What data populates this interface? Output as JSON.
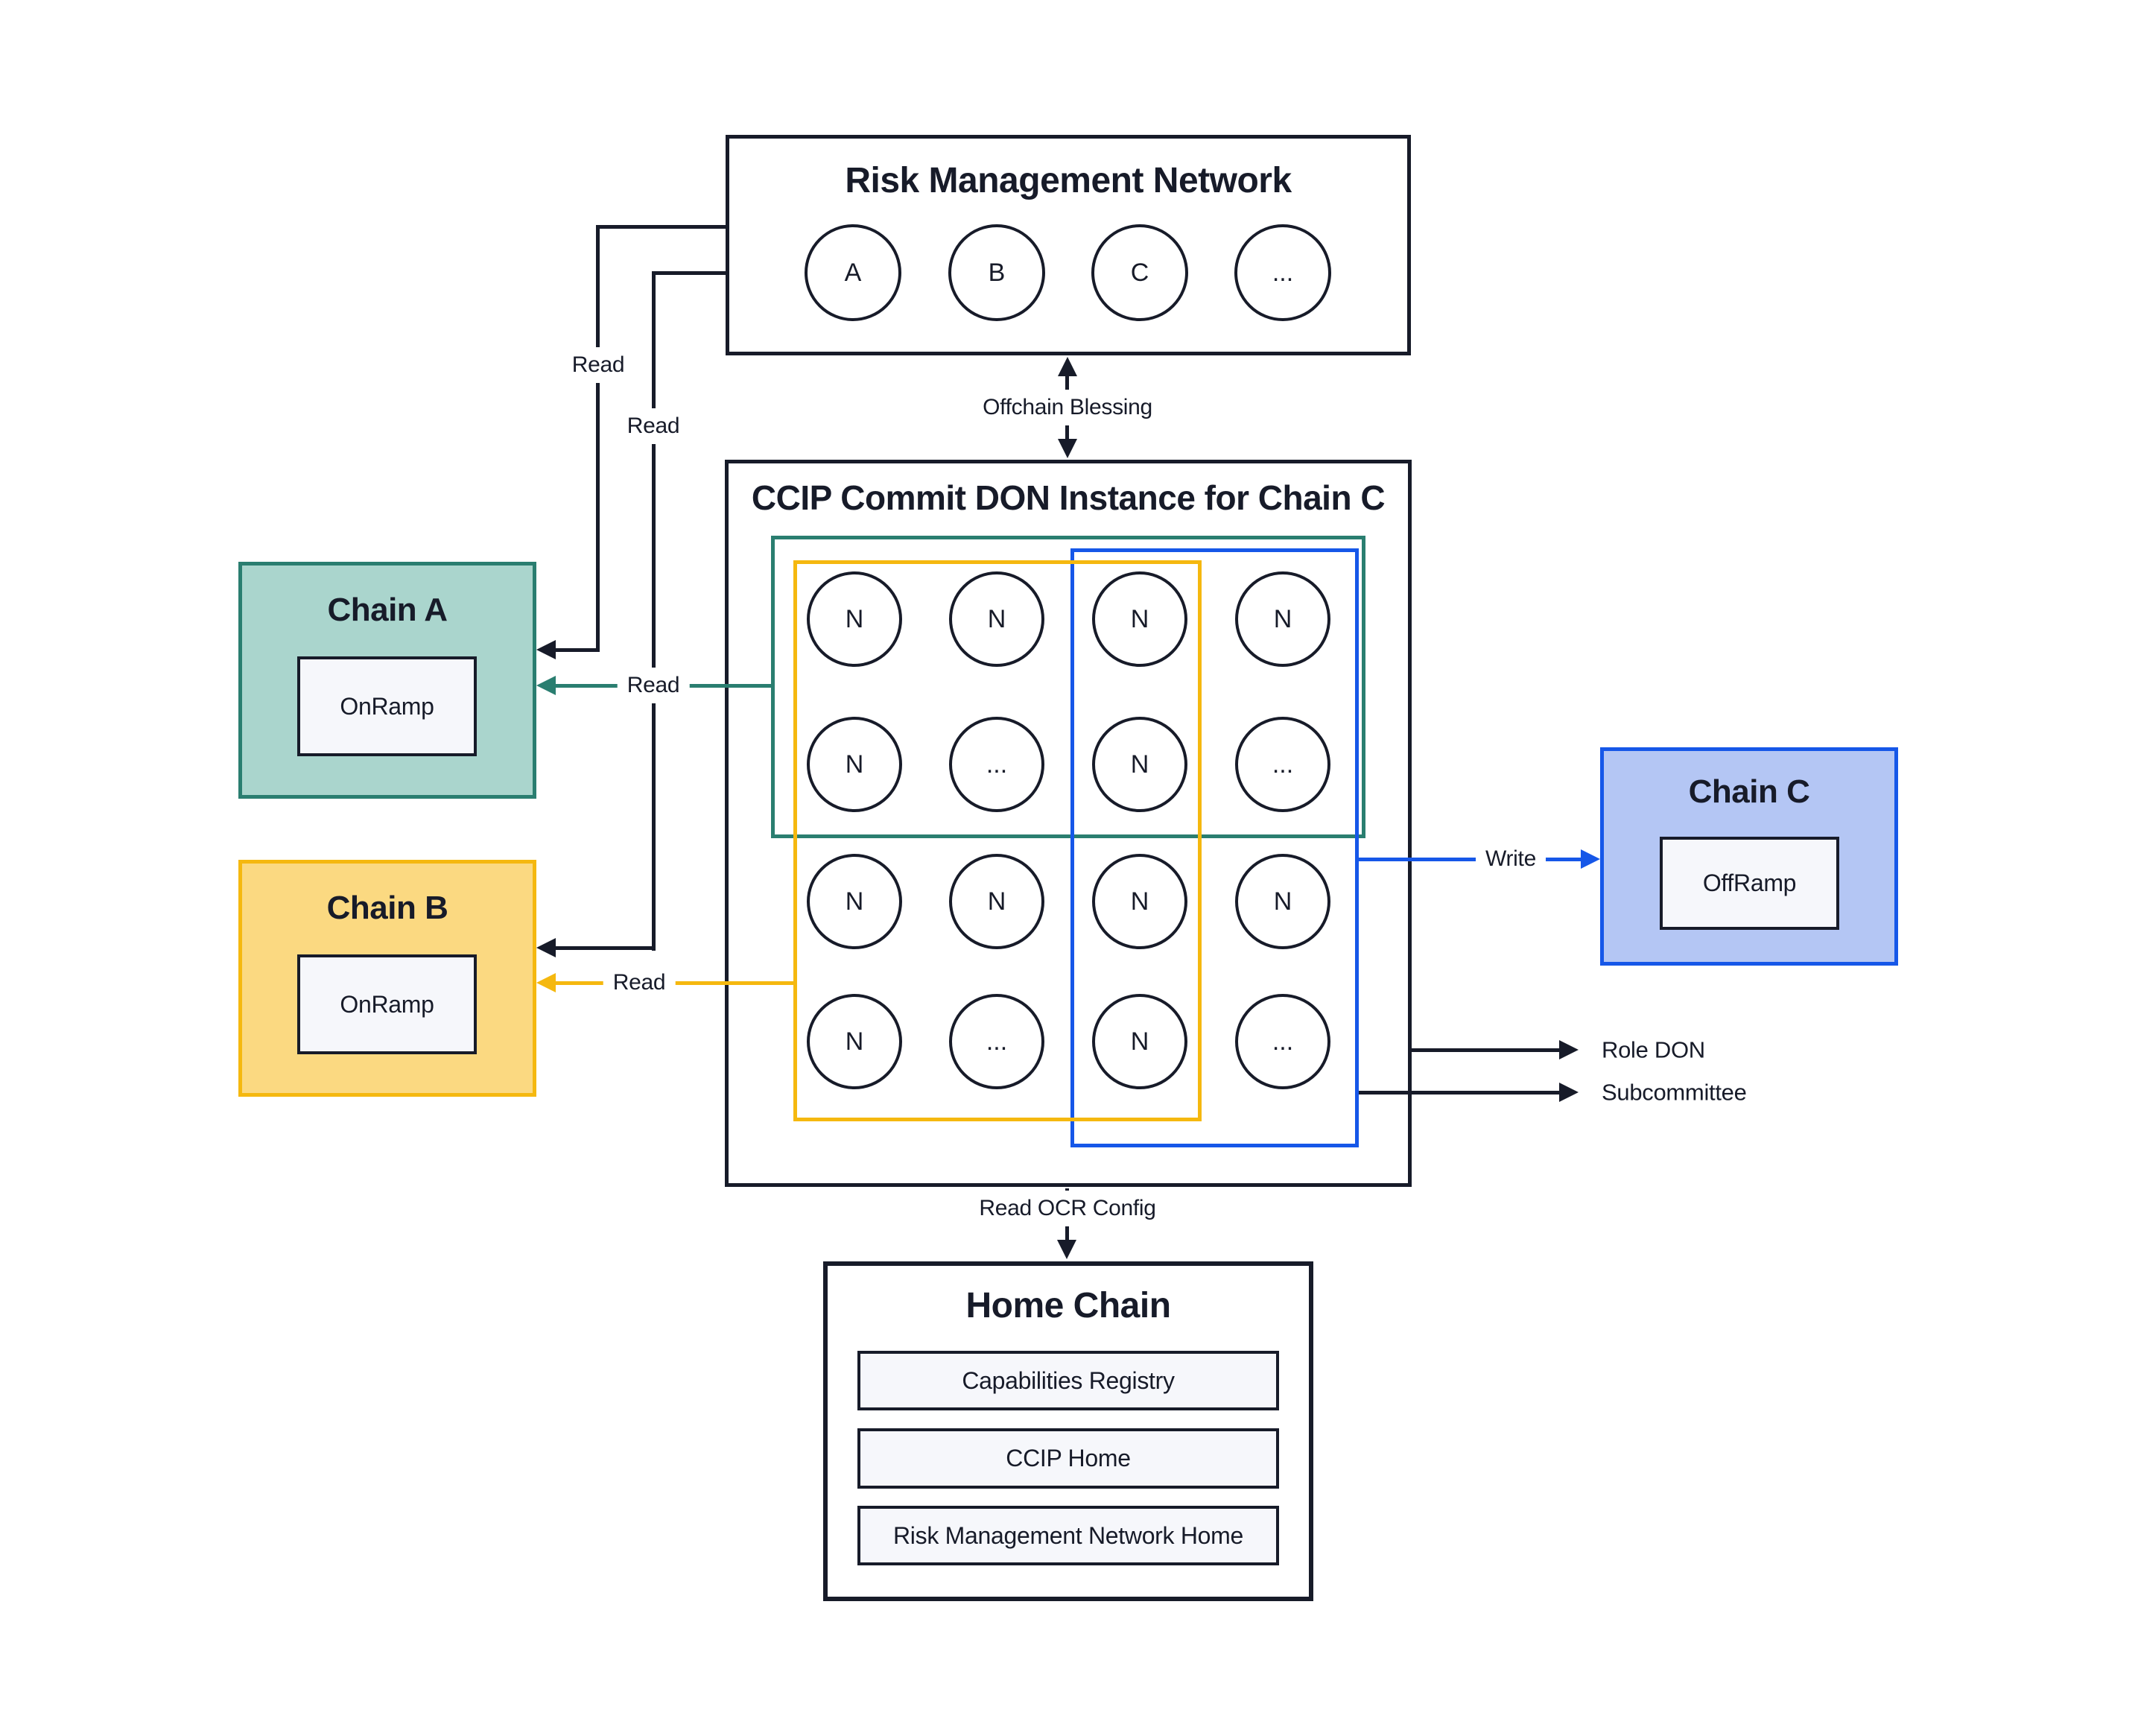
{
  "colors": {
    "bg": "#FFFFFF",
    "ink": "#171B29",
    "teal": "#2A7E70",
    "teal_fill": "#AAD5CD",
    "yellow": "#F5B80F",
    "yellow_fill": "#FBD981",
    "blue": "#1657E8",
    "blue_fill": "#B4C6F4",
    "panel": "#F6F7FB"
  },
  "risk_management_network": {
    "title": "Risk Management Network",
    "nodes": [
      "A",
      "B",
      "C",
      "..."
    ]
  },
  "commit_don": {
    "title": "CCIP Commit DON Instance for Chain C",
    "grid": [
      [
        "N",
        "N",
        "N",
        "N"
      ],
      [
        "N",
        "...",
        "N",
        "..."
      ],
      [
        "N",
        "N",
        "N",
        "N"
      ],
      [
        "N",
        "...",
        "N",
        "..."
      ]
    ]
  },
  "chain_a": {
    "title": "Chain A",
    "contract": "OnRamp"
  },
  "chain_b": {
    "title": "Chain B",
    "contract": "OnRamp"
  },
  "chain_c": {
    "title": "Chain C",
    "contract": "OffRamp"
  },
  "home_chain": {
    "title": "Home Chain",
    "contracts": [
      "Capabilities Registry",
      "CCIP Home",
      "Risk Management Network Home"
    ]
  },
  "edge_labels": {
    "read_rmn_to_chain_a": "Read",
    "read_rmn_to_chain_b": "Read",
    "read_don_to_chain_a": "Read",
    "read_don_to_chain_b": "Read",
    "offchain_blessing": "Offchain Blessing",
    "write": "Write",
    "role_don": "Role DON",
    "subcommittee": "Subcommittee",
    "read_ocr_config": "Read OCR Config"
  }
}
